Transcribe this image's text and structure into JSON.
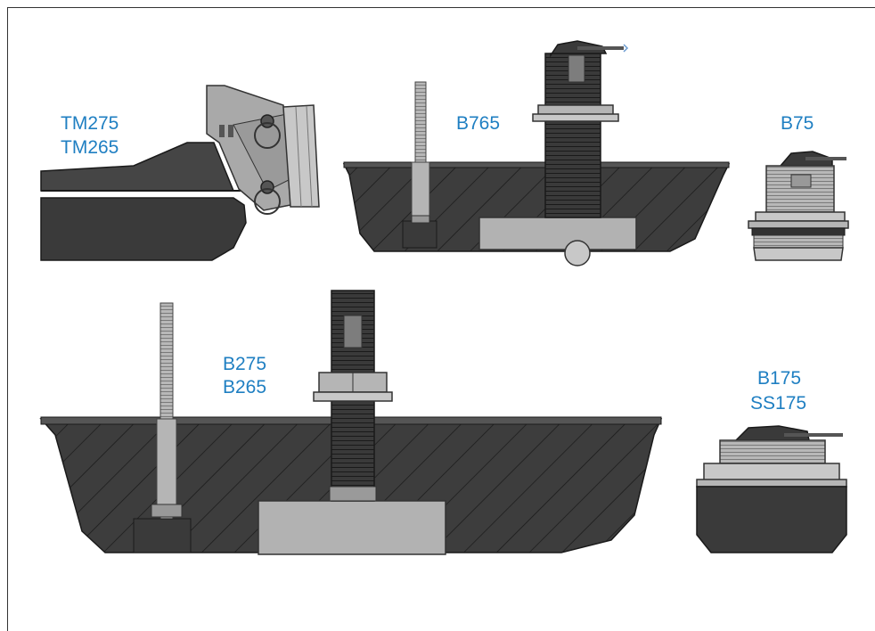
{
  "labels": {
    "tm275": "TM275",
    "tm265": "TM265",
    "b765": "B765",
    "b75": "B75",
    "b275": "B275",
    "b265": "B265",
    "b175": "B175",
    "ss175": "SS175"
  },
  "colors": {
    "label": "#1f7fc2",
    "hull": "#3b3b3b",
    "hull_hatch": "#252525",
    "dark_body": "#3a3a3a",
    "metal": "#a9a9a9",
    "light_metal": "#c8c8c8",
    "cable": "#6a9bd1"
  }
}
